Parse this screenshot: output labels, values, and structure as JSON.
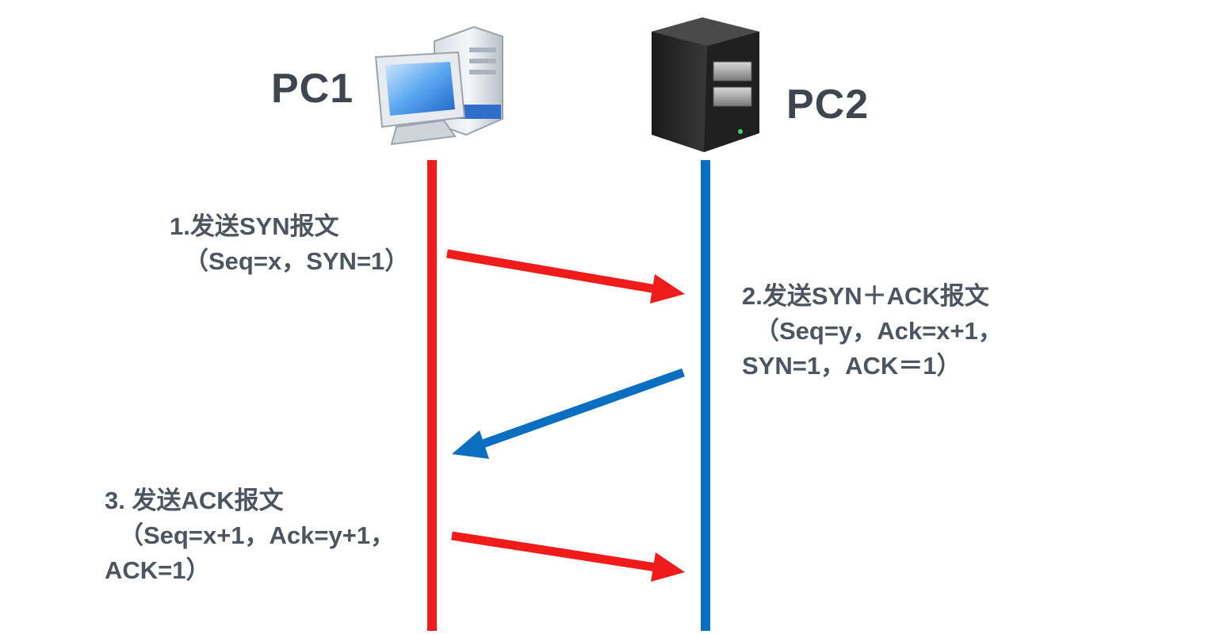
{
  "hosts": {
    "pc1": {
      "label": "PC1",
      "icon": "desktop-computer-icon",
      "line_color": "#f01c1c"
    },
    "pc2": {
      "label": "PC2",
      "icon": "server-tower-icon",
      "line_color": "#0a6fc0"
    }
  },
  "steps": [
    {
      "line1": "1.发送SYN报文",
      "line2": "（Seq=x，SYN=1）",
      "line3": ""
    },
    {
      "line1": "2.发送SYN＋ACK报文",
      "line2": "（Seq=y，Ack=x+1，",
      "line3": "SYN=1，ACK＝1）"
    },
    {
      "line1": "3. 发送ACK报文",
      "line2": "（Seq=x+1，Ack=y+1，",
      "line3": "ACK=1）"
    }
  ],
  "colors": {
    "red": "#f01c1c",
    "blue": "#0a6fc0",
    "text": "#4d5560"
  }
}
